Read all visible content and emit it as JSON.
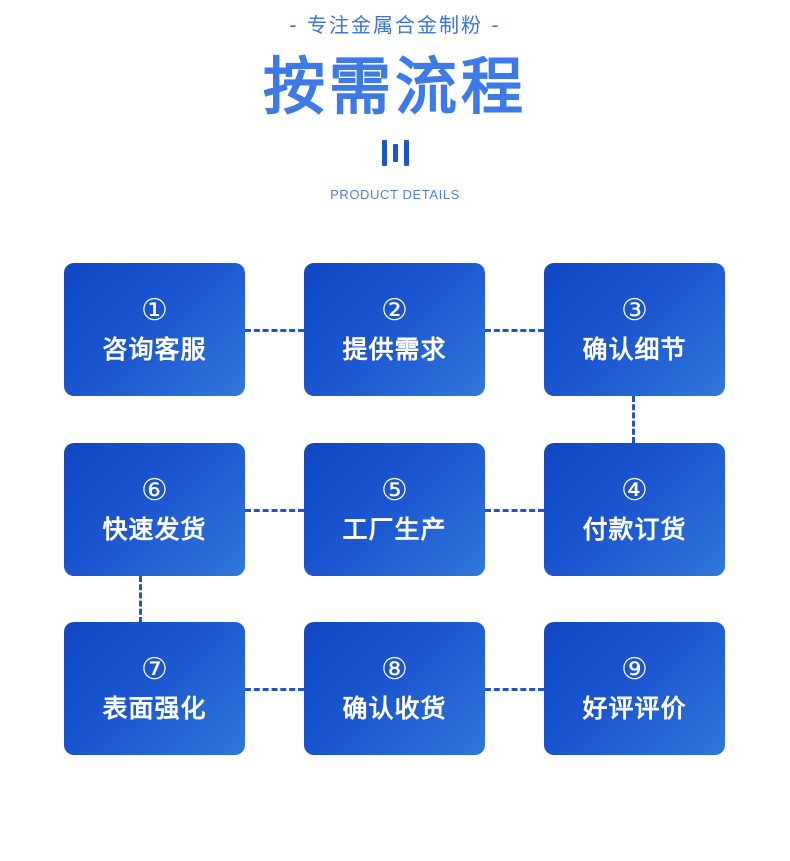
{
  "header": {
    "eyebrow": "- 专注金属合金制粉 -",
    "title": "按需流程",
    "kicker": "PRODUCT DETAILS",
    "divider_icon": "three-vertical-bars-icon",
    "colors": {
      "eyebrow": "#3a74de",
      "title": "#3d7ae8",
      "kicker": "#5080e0",
      "bars": "#1e56c8"
    }
  },
  "flow": {
    "accent_dash": "#1e56c8",
    "card_gradient_from": "#0f47c3",
    "card_gradient_to": "#3077db",
    "card_text": "#ffffff",
    "rows": [
      {
        "cards": [
          {
            "num": "①",
            "label": "咨询客服"
          },
          {
            "num": "②",
            "label": "提供需求"
          },
          {
            "num": "③",
            "label": "确认细节"
          }
        ]
      },
      {
        "cards": [
          {
            "num": "⑥",
            "label": "快速发货"
          },
          {
            "num": "⑤",
            "label": "工厂生产"
          },
          {
            "num": "④",
            "label": "付款订货"
          }
        ]
      },
      {
        "cards": [
          {
            "num": "⑦",
            "label": "表面强化"
          },
          {
            "num": "⑧",
            "label": "确认收货"
          },
          {
            "num": "⑨",
            "label": "好评评价"
          }
        ]
      }
    ]
  }
}
